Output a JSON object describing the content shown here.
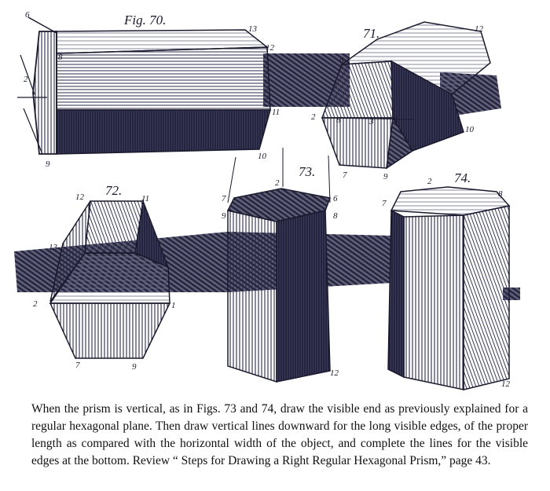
{
  "figures": {
    "fig70": {
      "title": "Fig. 70.",
      "labels": {
        "a": "6",
        "b": "8",
        "c": "2",
        "d": "9",
        "e": "13",
        "f": "12",
        "g": "11",
        "h": "10"
      }
    },
    "fig71": {
      "title": "71.",
      "labels": {
        "a": "12",
        "b": "6",
        "c": "2",
        "d": "8",
        "e": "3",
        "f": "5",
        "g": "10",
        "h": "7",
        "i": "9"
      }
    },
    "fig72": {
      "title": "72.",
      "labels": {
        "a": "12",
        "b": "11",
        "c": "13",
        "d": "2",
        "e": "1",
        "f": "7",
        "g": "9"
      }
    },
    "fig73": {
      "title": "73.",
      "labels": {
        "a": "2",
        "b": "7",
        "c": "9",
        "d": "6",
        "e": "8",
        "f": "12"
      }
    },
    "fig74": {
      "title": "74.",
      "labels": {
        "a": "2",
        "b": "8",
        "c": "7",
        "d": "12"
      }
    }
  },
  "caption": "When the prism is vertical, as in Figs. 73 and 74, draw the visible end as previously explained for a regular hexagonal plane.  Then draw vertical lines downward for the long visible edges, of the proper length as compared with the horizontal width of the object, and complete the lines for the visible edges at the bottom.  Review “ Steps for Drawing a Right Regular Hexagonal Prism,” page 43.",
  "colors": {
    "ink": "#1a1a2e",
    "paper": "#ffffff"
  }
}
